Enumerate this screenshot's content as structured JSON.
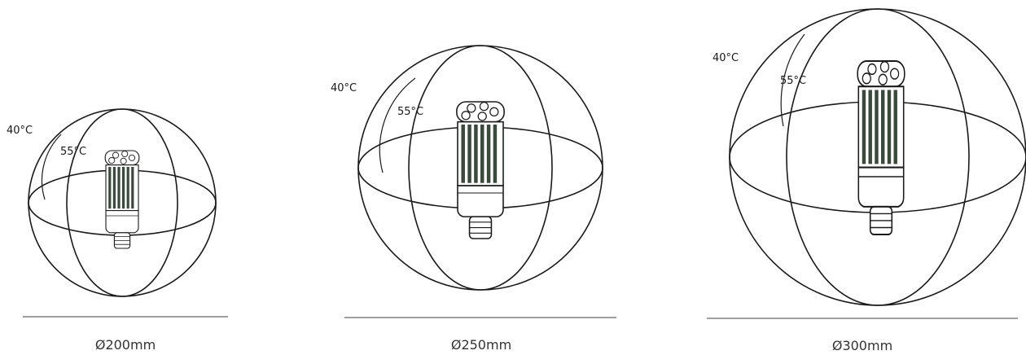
{
  "colors": {
    "line": "#1a1a1a",
    "rule": "#666666",
    "text": "#333333"
  },
  "fixtures": [
    {
      "diameter_label": "Ø200mm",
      "outer_temp": "40°C",
      "inner_temp": "55°C"
    },
    {
      "diameter_label": "Ø250mm",
      "outer_temp": "40°C",
      "inner_temp": "55°C"
    },
    {
      "diameter_label": "Ø300mm",
      "outer_temp": "40°C",
      "inner_temp": "55°C"
    }
  ]
}
